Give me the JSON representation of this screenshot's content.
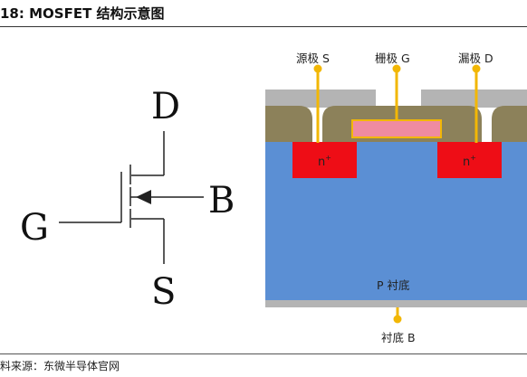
{
  "header": {
    "figure_title": "18:  MOSFET 结构示意图"
  },
  "symbol": {
    "drain": "D",
    "gate": "G",
    "source": "S",
    "body": "B"
  },
  "structure": {
    "labels": {
      "source": "源极 S",
      "gate": "栅极 G",
      "drain": "漏极 D",
      "body": "衬底 B"
    },
    "n_region": "n",
    "n_region_sup": "+",
    "substrate": "P 衬底"
  },
  "colors": {
    "substrate_blue": "#5b8fd4",
    "metal_gray": "#b4b4b4",
    "oxide_olive": "#8c815a",
    "n_red": "#ee0d16",
    "gate_pink": "#ef8ba1",
    "contact_gold": "#f2b705"
  },
  "footer": {
    "source": "料来源：东微半导体官网"
  }
}
